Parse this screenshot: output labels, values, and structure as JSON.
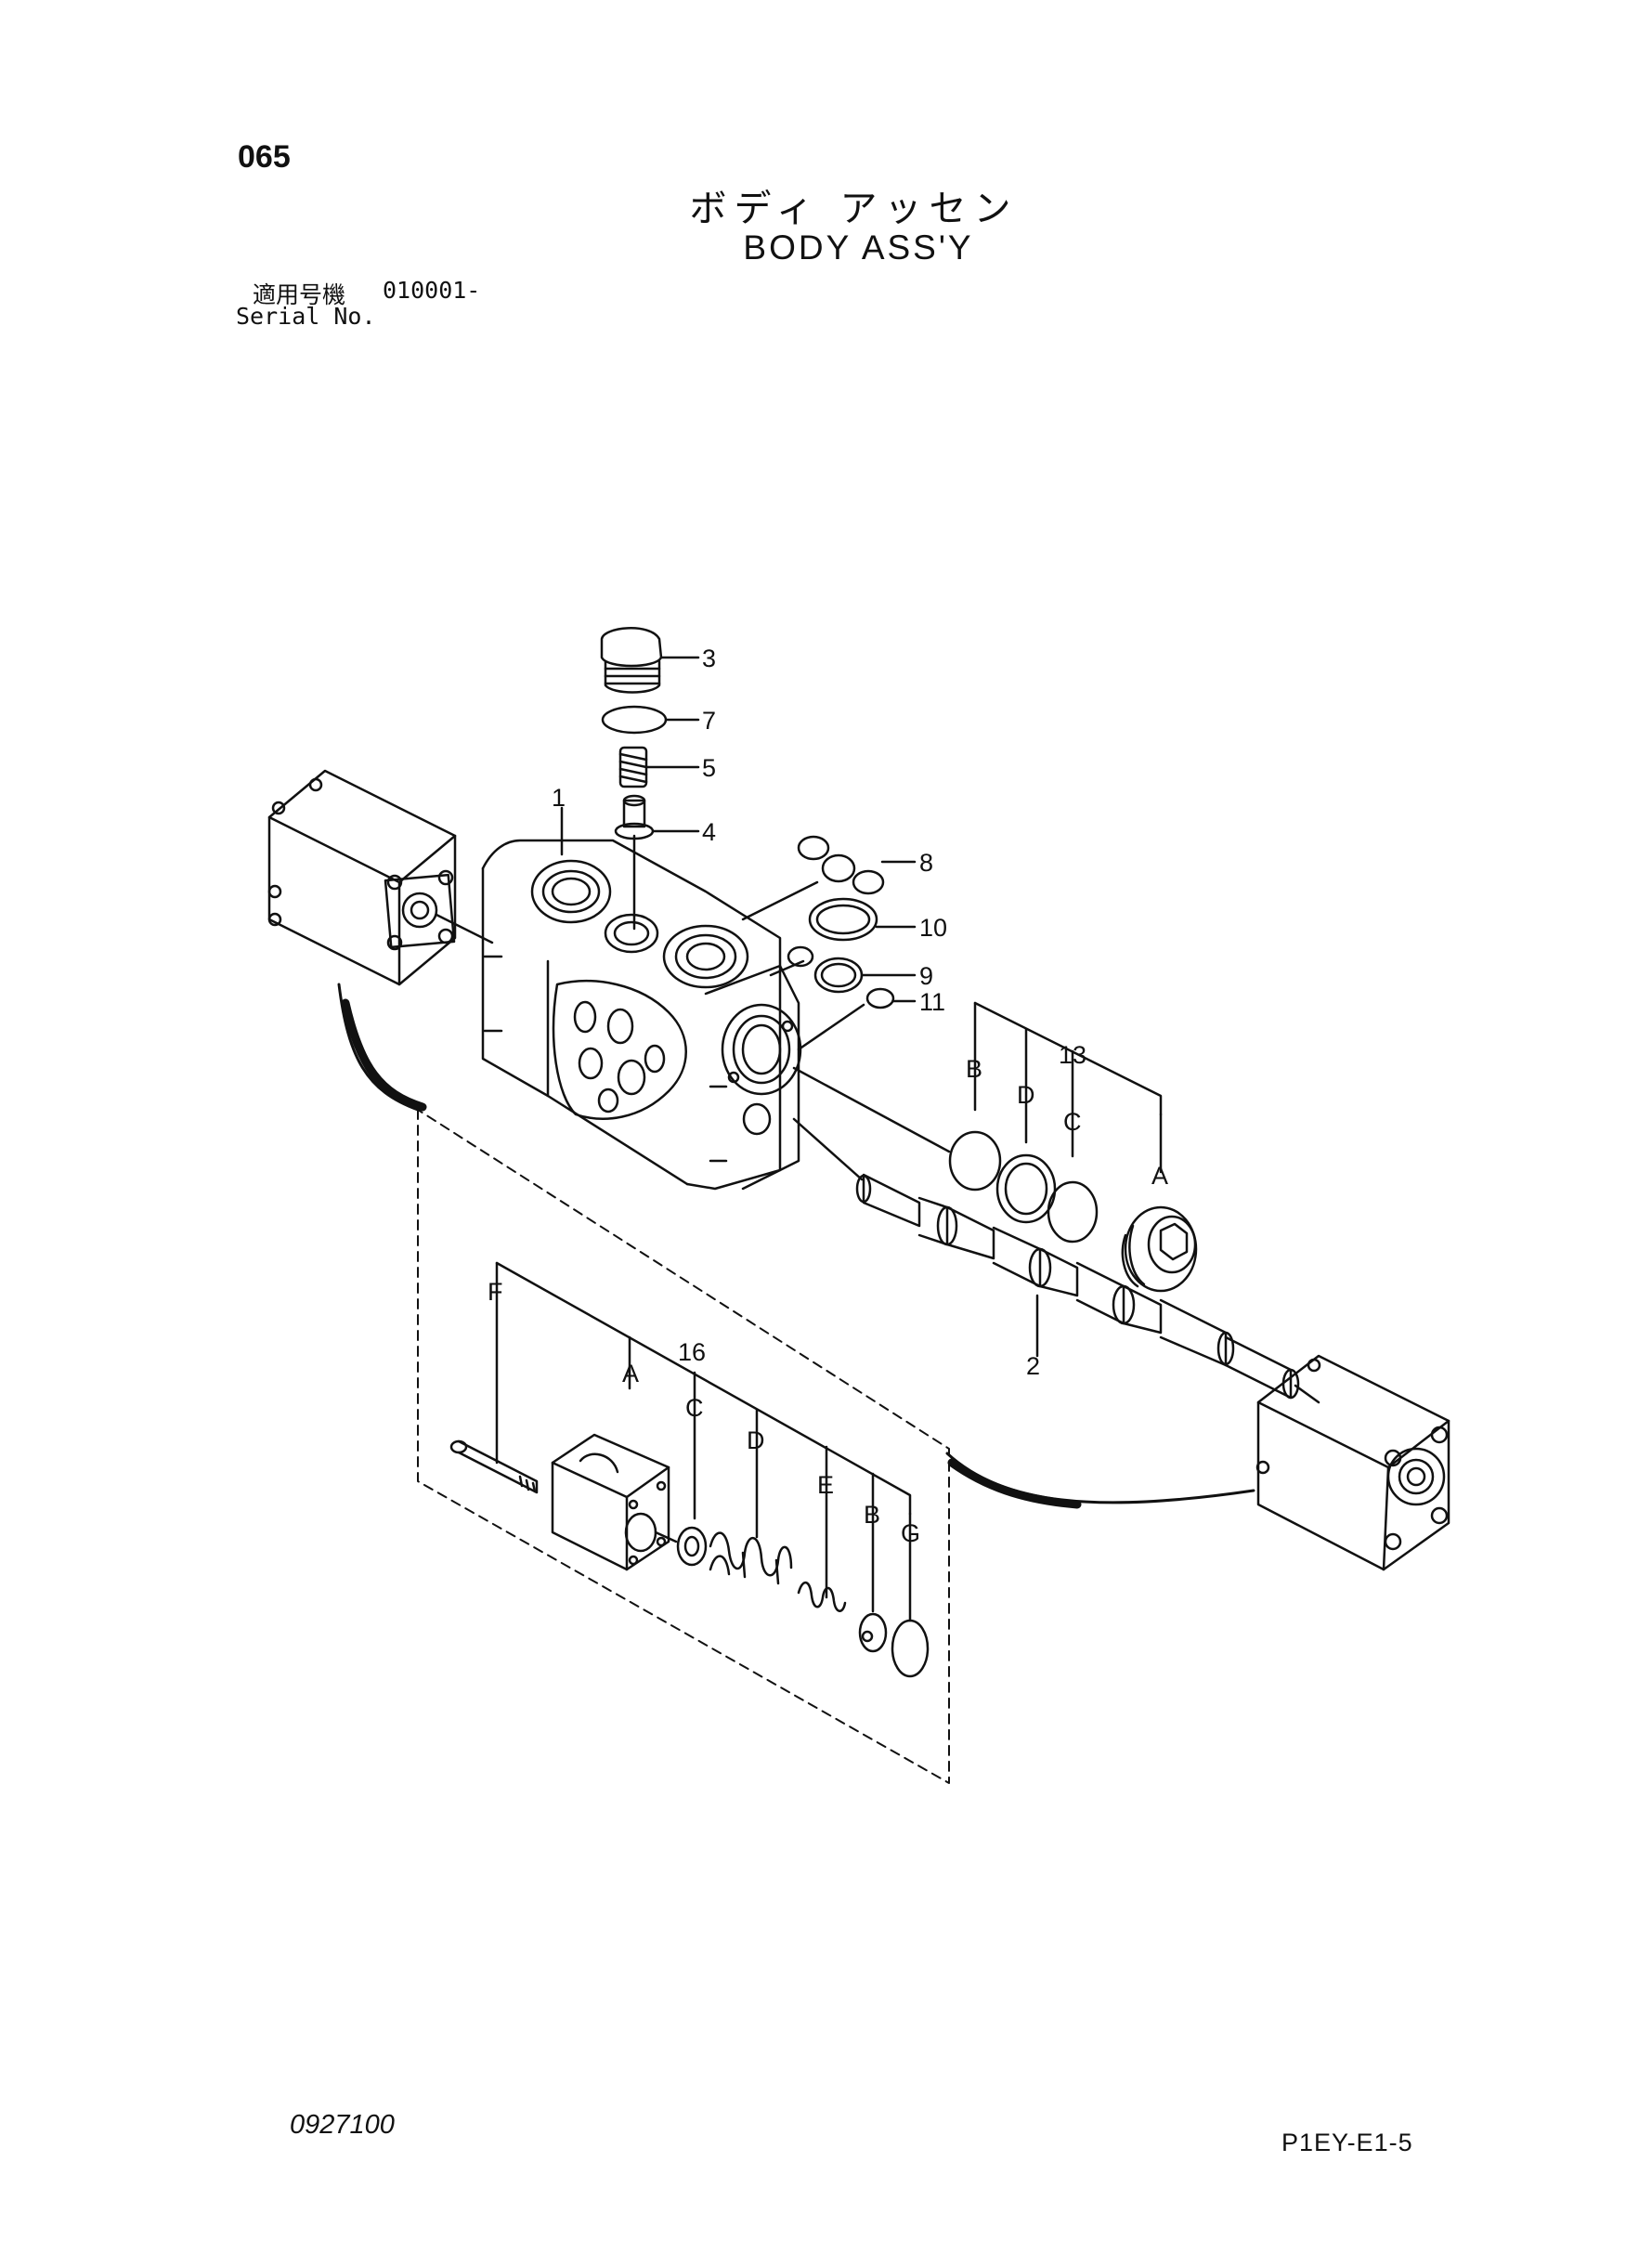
{
  "page_number": "065",
  "title_jp": "ボディ アッセン",
  "title_en": "BODY ASS'Y",
  "serial": {
    "label_jp": "適用号機",
    "value": "010001-",
    "label_en": "Serial No."
  },
  "drawing_number": "0927100",
  "sheet_code": "P1EY-E1-5",
  "callouts": {
    "c1": "1",
    "c2": "2",
    "c3": "3",
    "c4": "4",
    "c5": "5",
    "c7": "7",
    "c8": "8",
    "c9": "9",
    "c10": "10",
    "c11": "11",
    "c13": "13",
    "c13A": "A",
    "c13B": "B",
    "c13C": "C",
    "c13D": "D",
    "c16": "16",
    "c16A": "A",
    "c16B": "B",
    "c16C": "C",
    "c16D": "D",
    "c16E": "E",
    "c16F": "F",
    "c16G": "G"
  }
}
